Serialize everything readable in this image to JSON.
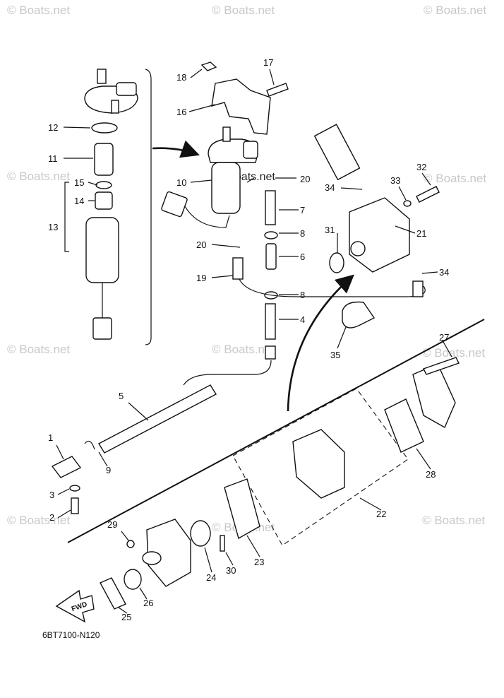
{
  "diagram_code": "6BT7100-N120",
  "fwd_label": "FWD",
  "watermark": "© Boats.net",
  "callouts": [
    "1",
    "2",
    "3",
    "4",
    "5",
    "6",
    "7",
    "8",
    "8",
    "9",
    "10",
    "11",
    "12",
    "13",
    "14",
    "15",
    "16",
    "17",
    "18",
    "19",
    "20",
    "20",
    "21",
    "22",
    "23",
    "24",
    "25",
    "26",
    "27",
    "28",
    "29",
    "30",
    "31",
    "32",
    "33",
    "34",
    "34",
    "35"
  ]
}
